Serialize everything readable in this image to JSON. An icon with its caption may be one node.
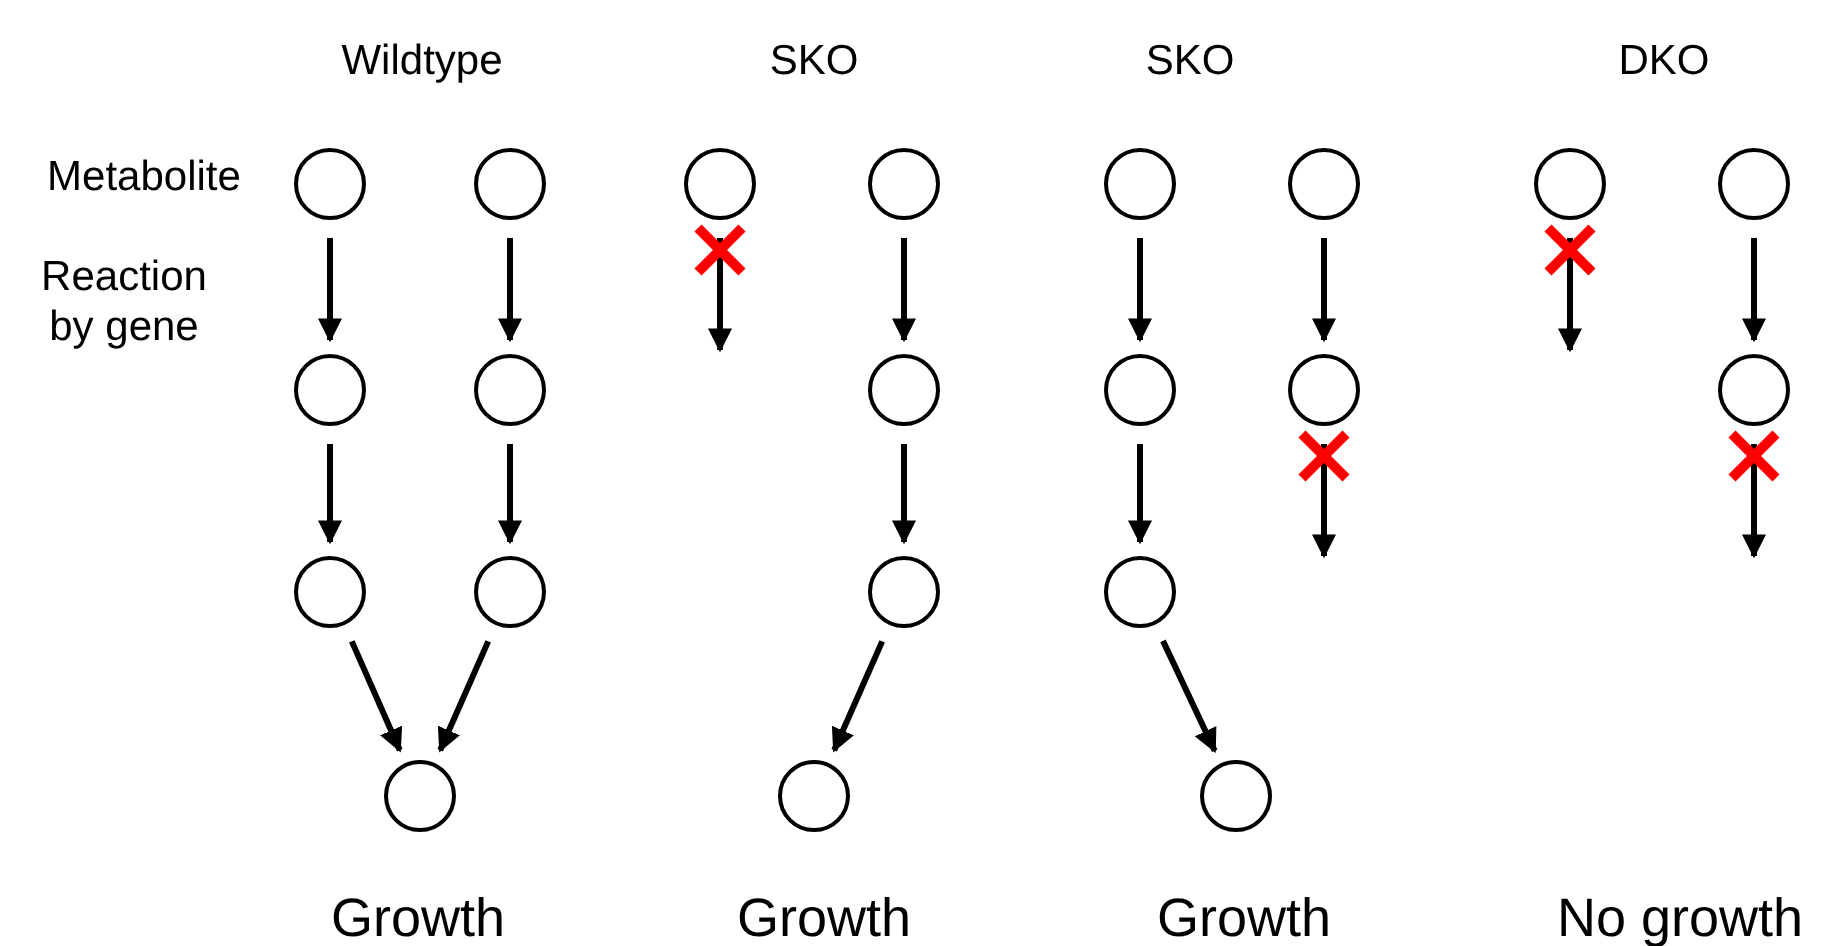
{
  "diagram": {
    "nodes": [
      {
        "text": [],
        "shape": "circle"
      },
      {
        "text": [],
        "shape": "circle"
      },
      {
        "text": [],
        "shape": "circle"
      },
      {
        "text": [],
        "shape": "circle"
      },
      {
        "text": [],
        "shape": "circle"
      },
      {
        "text": [],
        "shape": "circle"
      },
      {
        "text": [],
        "shape": "circle"
      },
      {
        "text": [],
        "shape": "circle"
      },
      {
        "text": [],
        "shape": "circle"
      },
      {
        "text": [],
        "shape": "circle"
      },
      {
        "text": [],
        "shape": "circle"
      },
      {
        "text": [],
        "shape": "circle"
      },
      {
        "text": [],
        "shape": "circle"
      },
      {
        "text": [],
        "shape": "circle"
      },
      {
        "text": [],
        "shape": "circle"
      },
      {
        "text": [],
        "shape": "circle"
      },
      {
        "text": [],
        "shape": "circle"
      },
      {
        "text": [],
        "shape": "circle"
      },
      {
        "text": [],
        "shape": "circle"
      },
      {
        "text": [],
        "shape": "circle"
      },
      {
        "text": [],
        "shape": "circle"
      }
    ],
    "edges": [
      {
        "from": 0,
        "to": 2,
        "arrow": "to"
      },
      {
        "from": 1,
        "to": 3,
        "arrow": "to"
      },
      {
        "from": 2,
        "to": 4,
        "arrow": "to"
      },
      {
        "from": 3,
        "to": 5,
        "arrow": "to"
      },
      {
        "from": 4,
        "to": 6,
        "arrow": "to"
      },
      {
        "from": 5,
        "to": 6,
        "arrow": "to"
      },
      {
        "from": 7,
        "to": null,
        "arrow": "to"
      },
      {
        "from": 8,
        "to": 9,
        "arrow": "to"
      },
      {
        "from": 9,
        "to": 10,
        "arrow": "to"
      },
      {
        "from": 10,
        "to": 11,
        "arrow": "to"
      },
      {
        "from": 12,
        "to": 14,
        "arrow": "to"
      },
      {
        "from": 13,
        "to": 15,
        "arrow": "to"
      },
      {
        "from": 14,
        "to": 16,
        "arrow": "to"
      },
      {
        "from": 15,
        "to": null,
        "arrow": "to"
      },
      {
        "from": 16,
        "to": 17,
        "arrow": "to"
      },
      {
        "from": 18,
        "to": null,
        "arrow": "to"
      },
      {
        "from": 19,
        "to": 20,
        "arrow": "to"
      },
      {
        "from": 20,
        "to": null,
        "arrow": "to"
      }
    ],
    "labels": [
      "Wildtype",
      "SKO",
      "SKO",
      "DKO",
      "Metabolite",
      "Reaction by gene",
      "Growth",
      "Growth",
      "Growth",
      "No growth"
    ]
  }
}
